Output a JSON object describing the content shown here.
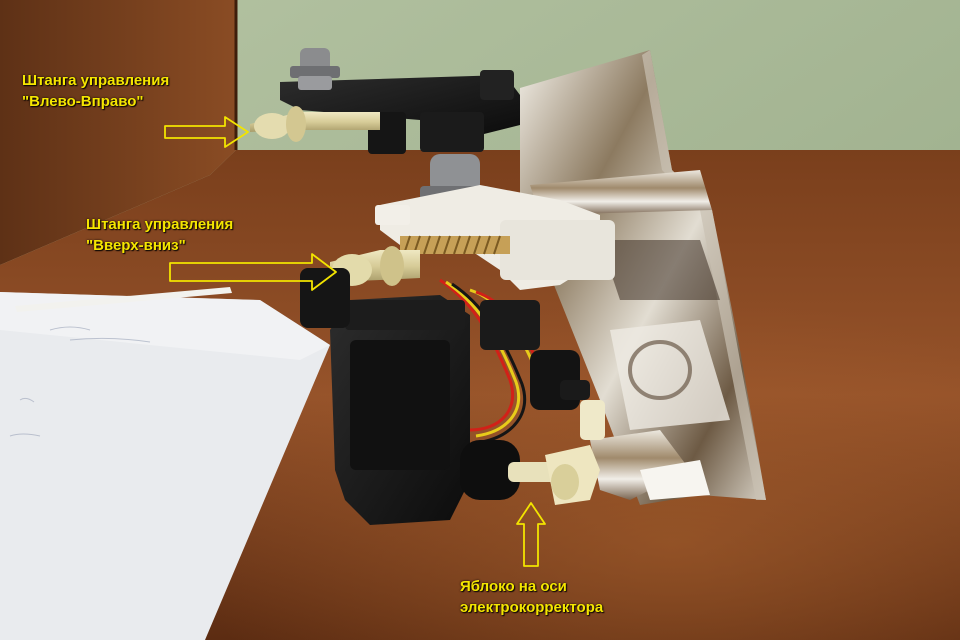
{
  "annotations": {
    "left_right_rod": {
      "line1": "Штанга управления",
      "line2": "\"Влево-Вправо\""
    },
    "up_down_rod": {
      "line1": "Штанга управления",
      "line2": "\"Вверх-вниз\""
    },
    "corrector_ball": {
      "line1": "Яблоко на оси",
      "line2": "электрокорректора"
    }
  },
  "colors": {
    "annotation_text": "#f5e600",
    "arrow_stroke": "#f2e400",
    "wall": "#a4b592",
    "table": "#8a4a22",
    "paper": "#eceef0"
  }
}
